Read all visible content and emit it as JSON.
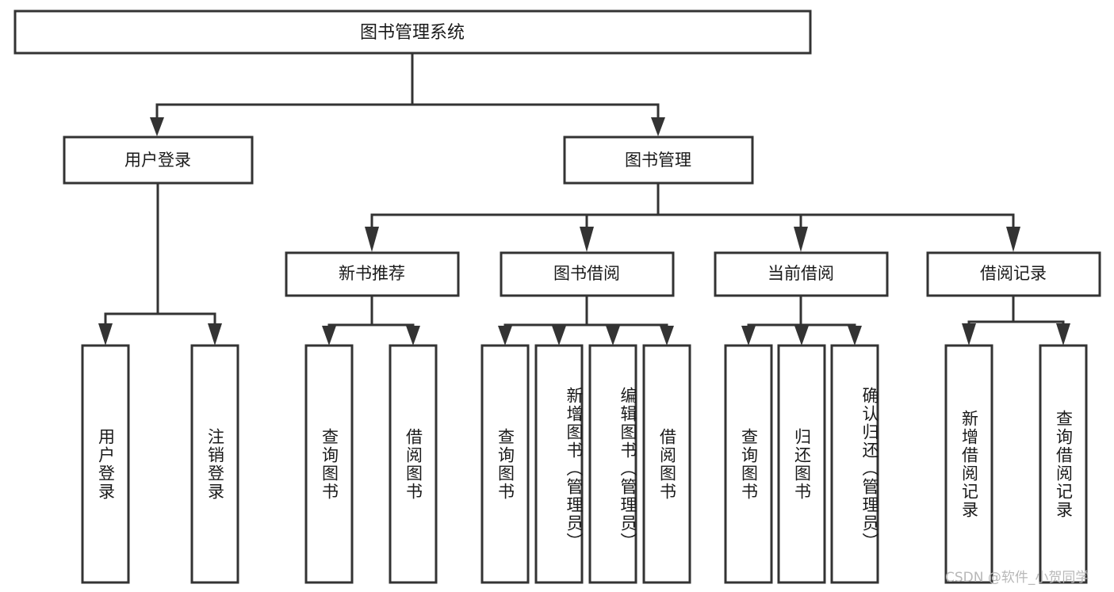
{
  "diagram": {
    "type": "tree-hierarchy",
    "title": "图书管理系统",
    "watermark": "CSDN @软件_小贺同学",
    "colors": {
      "box_stroke": "#333333",
      "box_fill": "#ffffff",
      "text": "#1a1a1a",
      "background": "#ffffff",
      "watermark": "#b8b8b8"
    },
    "levels": {
      "root": {
        "label": "图书管理系统"
      },
      "level2": [
        {
          "id": "user-login",
          "label": "用户登录"
        },
        {
          "id": "book-management",
          "label": "图书管理"
        }
      ],
      "level3": [
        {
          "id": "new-book-recommend",
          "label": "新书推荐",
          "parent": "book-management"
        },
        {
          "id": "book-borrow",
          "label": "图书借阅",
          "parent": "book-management"
        },
        {
          "id": "current-borrow",
          "label": "当前借阅",
          "parent": "book-management"
        },
        {
          "id": "borrow-record",
          "label": "借阅记录",
          "parent": "book-management"
        }
      ],
      "leaves": {
        "user-login": [
          {
            "id": "leaf-user-login",
            "label": "用户登录"
          },
          {
            "id": "leaf-user-logout",
            "label": "注销登录"
          }
        ],
        "new-book-recommend": [
          {
            "id": "leaf-query-book-1",
            "label": "查询图书"
          },
          {
            "id": "leaf-borrow-book-1",
            "label": "借阅图书"
          }
        ],
        "book-borrow": [
          {
            "id": "leaf-query-book-2",
            "label": "查询图书"
          },
          {
            "id": "leaf-add-book",
            "label": "新增图书（管理员）"
          },
          {
            "id": "leaf-edit-book",
            "label": "编辑图书（管理员）"
          },
          {
            "id": "leaf-borrow-book-2",
            "label": "借阅图书"
          }
        ],
        "current-borrow": [
          {
            "id": "leaf-query-book-3",
            "label": "查询图书"
          },
          {
            "id": "leaf-return-book",
            "label": "归还图书"
          },
          {
            "id": "leaf-confirm-return",
            "label": "确认归还（管理员）"
          }
        ],
        "borrow-record": [
          {
            "id": "leaf-add-record",
            "label": "新增借阅记录"
          },
          {
            "id": "leaf-query-record",
            "label": "查询借阅记录"
          }
        ]
      }
    }
  }
}
